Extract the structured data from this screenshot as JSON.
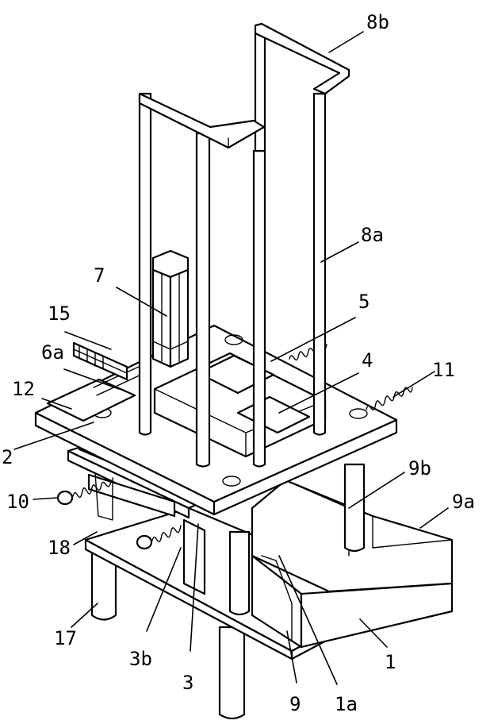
{
  "diagram": {
    "labels": {
      "l8b": "8b",
      "l8a": "8a",
      "l7": "7",
      "l15": "15",
      "l5": "5",
      "l6a": "6a",
      "l4": "4",
      "l11": "11",
      "l12": "12",
      "l2": "2",
      "l10": "10",
      "l9b": "9b",
      "l9a": "9a",
      "l18": "18",
      "l17": "17",
      "l3b": "3b",
      "l3": "3",
      "l9": "9",
      "l1a": "1a",
      "l1": "1"
    },
    "colors": {
      "stroke": "#000000",
      "background": "#ffffff"
    }
  }
}
